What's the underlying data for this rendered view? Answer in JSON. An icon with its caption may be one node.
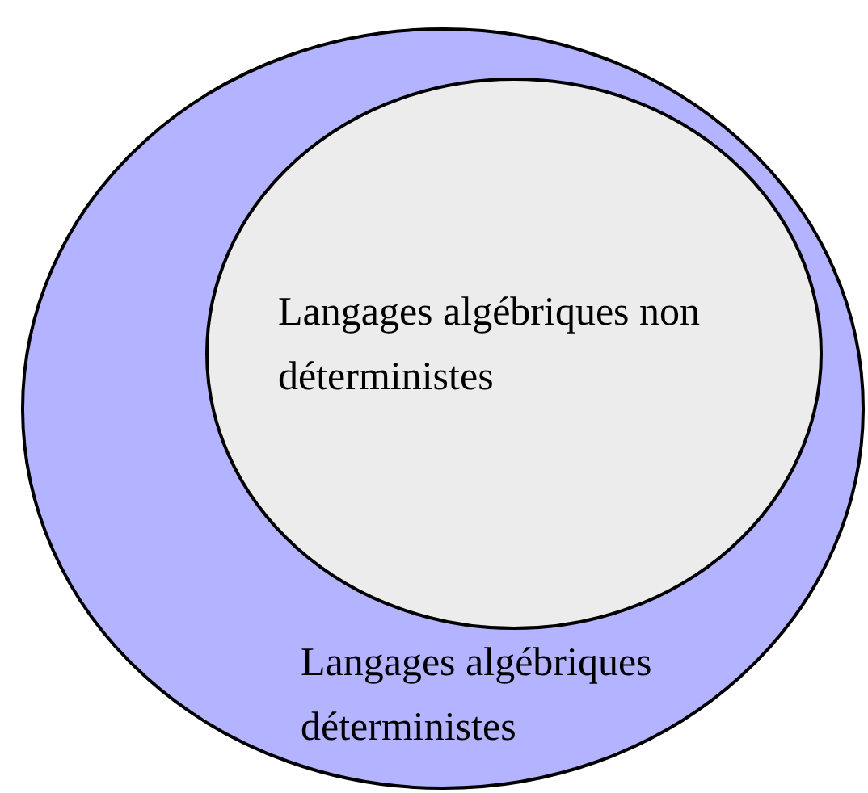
{
  "diagram": {
    "nodes": [
      {
        "text": [
          "Langages algébriques déterministes"
        ]
      },
      {
        "text": [
          "Langages algébriques non déterministes"
        ],
        "in": 0
      }
    ]
  }
}
